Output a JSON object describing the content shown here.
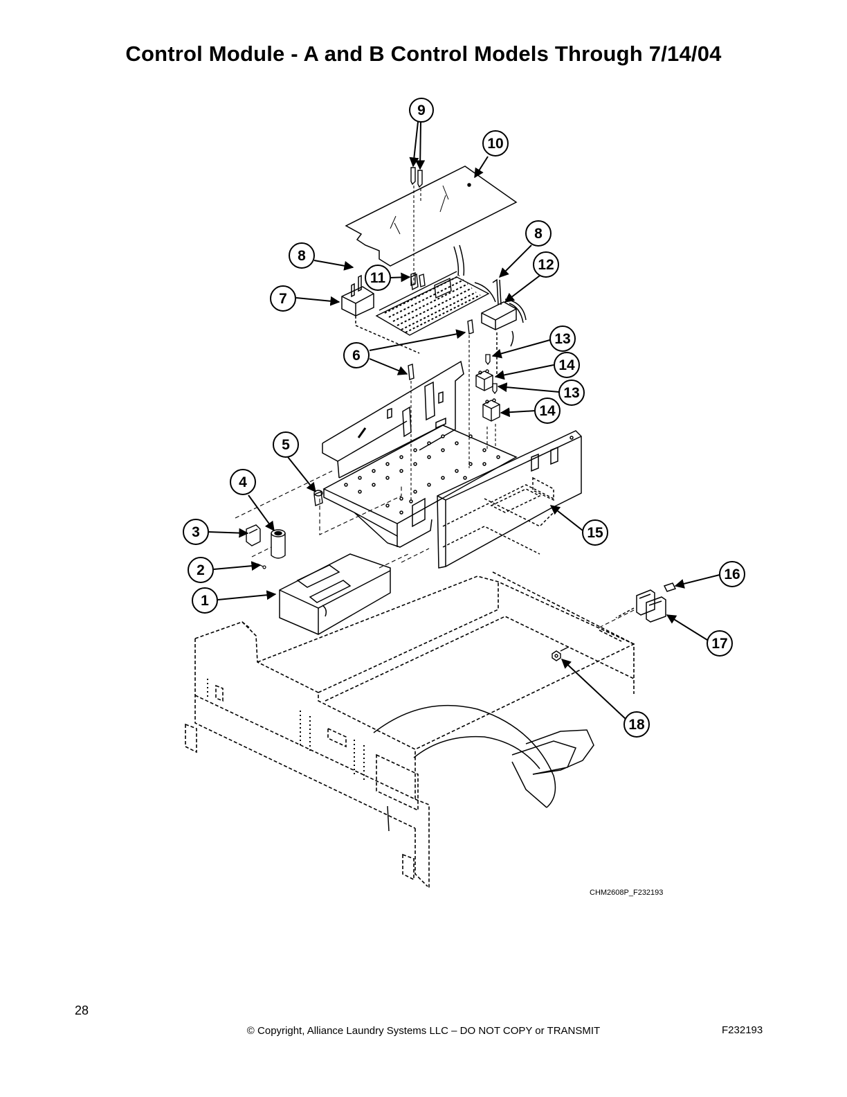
{
  "page": {
    "title": "Control Module - A and B Control Models Through 7/14/04",
    "figure_code": "CHM2608P_F232193",
    "page_number": "28",
    "copyright": "© Copyright, Alliance Laundry Systems LLC – DO NOT COPY or TRANSMIT",
    "document_number": "F232193"
  },
  "callouts": [
    "1",
    "2",
    "3",
    "4",
    "5",
    "6",
    "7",
    "8",
    "9",
    "10",
    "11",
    "12",
    "13",
    "14",
    "15",
    "16",
    "17",
    "18"
  ]
}
